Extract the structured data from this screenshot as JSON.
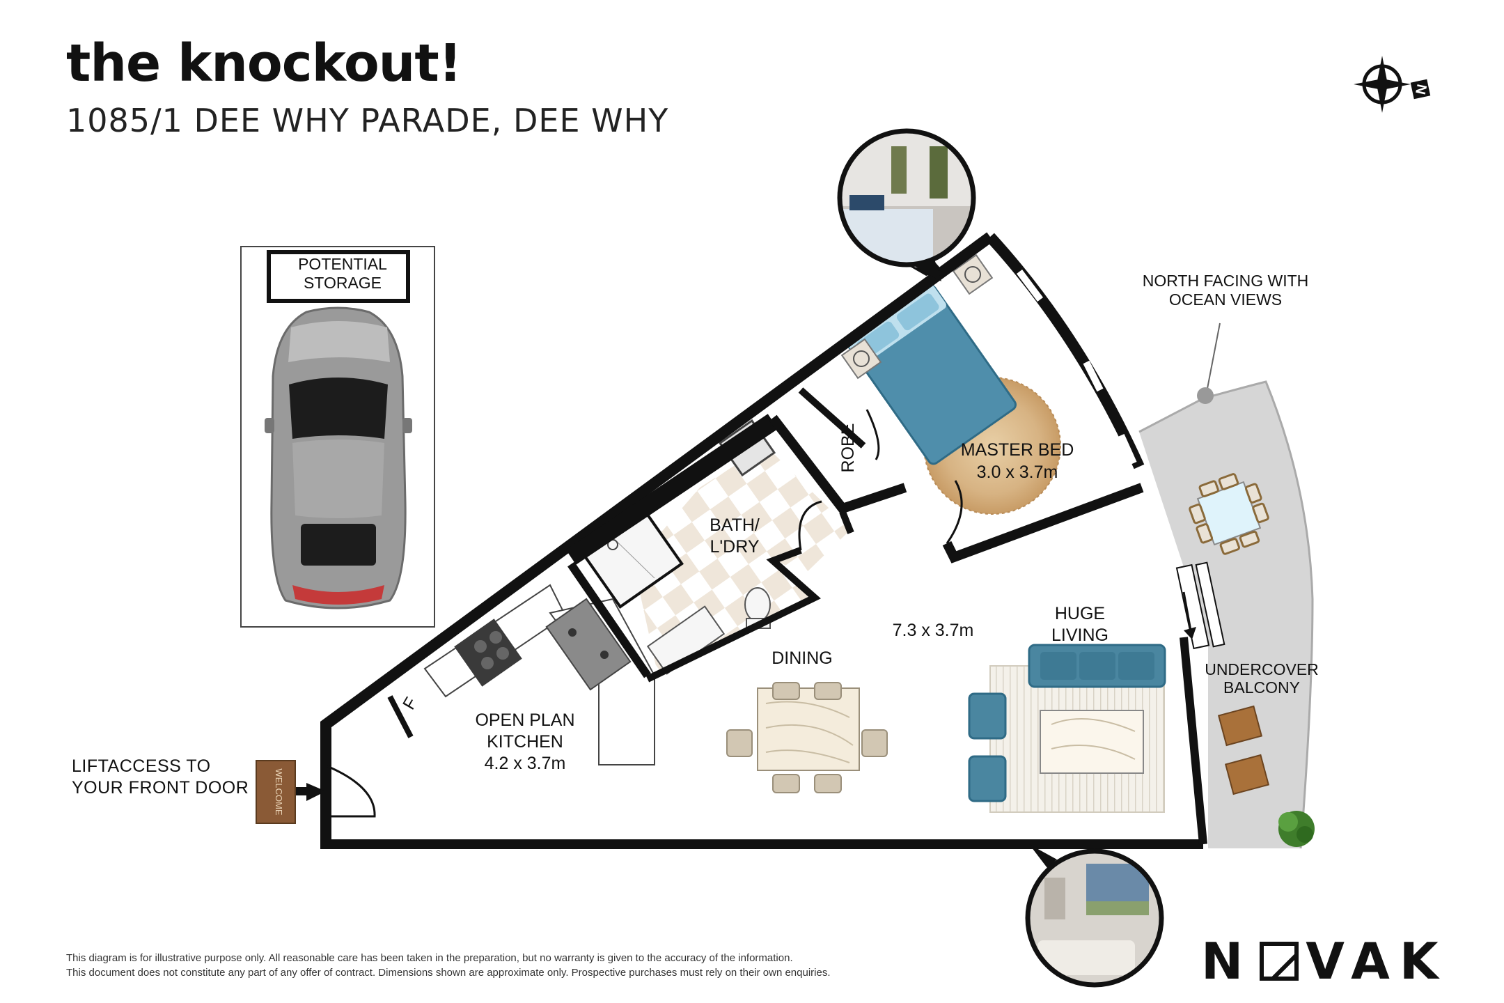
{
  "header": {
    "title": "the knockout!",
    "address": "1085/1 DEE WHY PARADE, DEE WHY"
  },
  "compass": {
    "letter": "N"
  },
  "parking": {
    "storage_line1": "POTENTIAL",
    "storage_line2": "STORAGE"
  },
  "entry": {
    "line1": "LIFTACCESS TO",
    "line2": "YOUR FRONT DOOR",
    "mat_text": "WELCOME"
  },
  "rooms": {
    "robe": "ROBE",
    "master_line1": "MASTER BED",
    "master_line2": "3.0 x 3.7m",
    "bath_line1": "BATH/",
    "bath_line2": "L'DRY",
    "fridge": "F",
    "kitchen_line1": "OPEN PLAN",
    "kitchen_line2": "KITCHEN",
    "kitchen_line3": "4.2 x 3.7m",
    "dining": "DINING",
    "living_size": "7.3 x 3.7m",
    "living_line1": "HUGE",
    "living_line2": "LIVING",
    "balcony_line1": "UNDERCOVER",
    "balcony_line2": "BALCONY",
    "views_line1": "NORTH FACING WITH",
    "views_line2": "OCEAN VIEWS"
  },
  "footer": {
    "disclaimer_line1": "This diagram is for illustrative purpose only. All reasonable care has been taken in the preparation, but no warranty is given to the accuracy of the information.",
    "disclaimer_line2": "This document does not constitute any part of any offer of contract. Dimensions shown are approximate only. Prospective purchases must rely on their own enquiries.",
    "logo_left": "N",
    "logo_right": "VAK"
  }
}
